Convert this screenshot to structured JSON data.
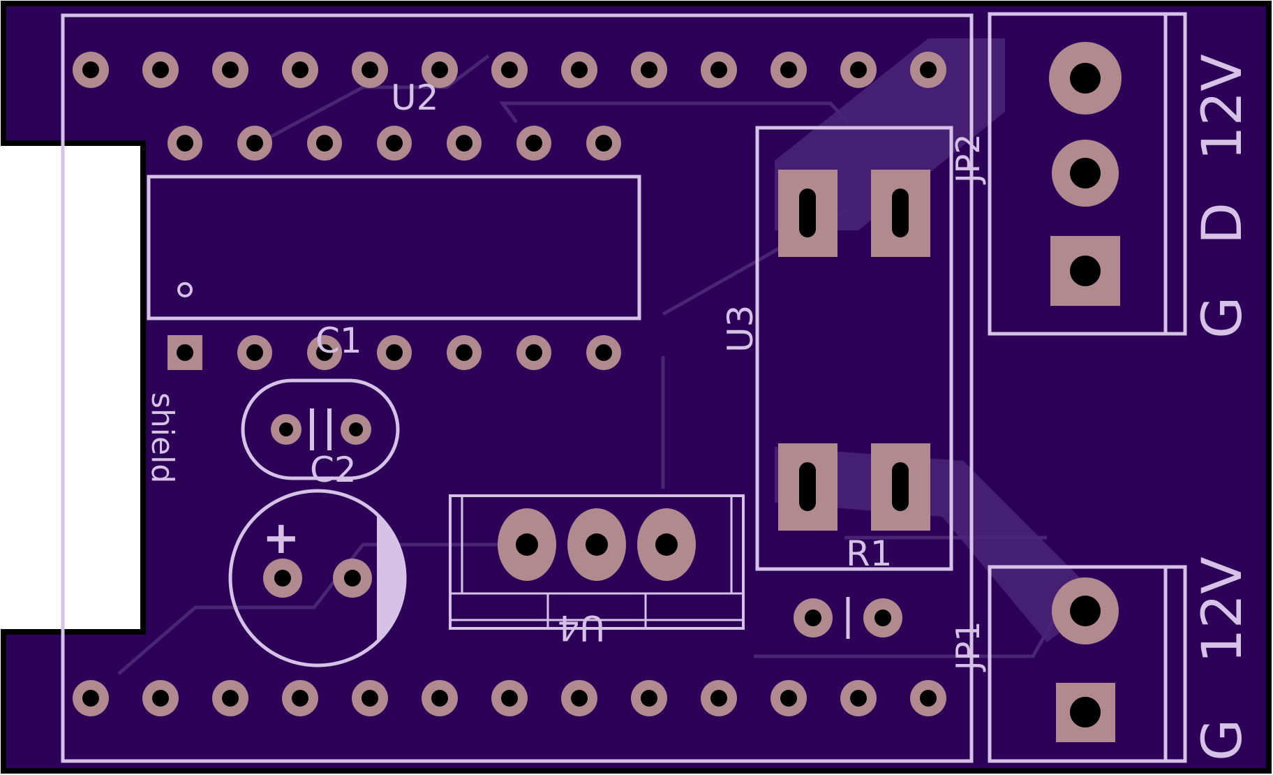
{
  "colors": {
    "board": "#2c0056",
    "silk": "#d6c2e6",
    "trace": "#4d2a78",
    "pad": "#b08a8e",
    "drill": "#000000",
    "outline": "#000000"
  },
  "silkscreen": {
    "u2": "U2",
    "u3": "U3",
    "u4": "U4",
    "c1": "C1",
    "c2": "C2",
    "r1": "R1",
    "jp1": "JP1",
    "jp2": "JP2",
    "plus": "+",
    "vertical_text": "shield"
  },
  "terminal_jp2": {
    "label_12v": "12V",
    "label_d": "D",
    "label_g": "G"
  },
  "terminal_jp1": {
    "label_12v": "12V",
    "label_g": "G"
  }
}
